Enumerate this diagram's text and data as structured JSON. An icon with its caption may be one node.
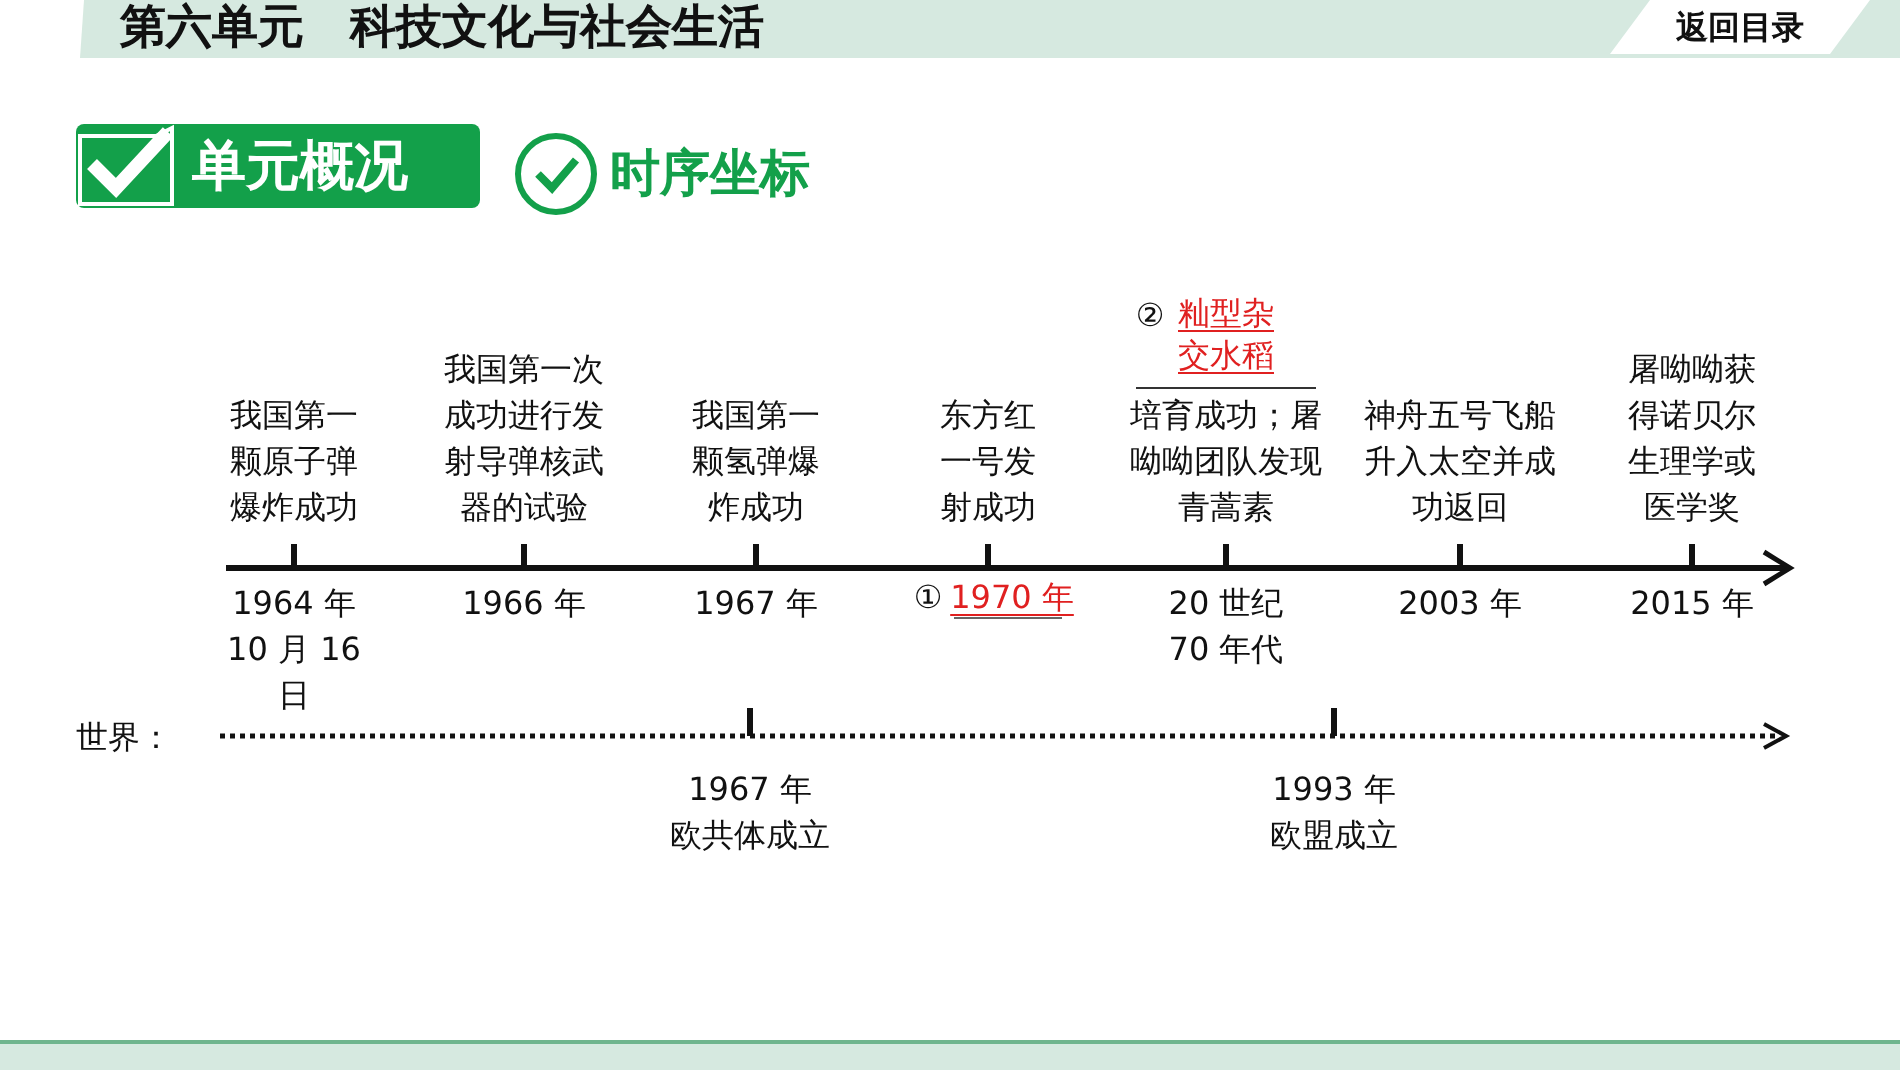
{
  "diagram": {
    "title": "第六单元　科技文化与社会生活",
    "nodes": [
      {
        "text": [
          "单元概况"
        ]
      }
    ],
    "labels": [
      "返回目录",
      "时序坐标",
      "我国第一颗原子弹爆炸成功",
      "1964 年 10 月 16 日",
      "我国第一次成功进行发射导弹核武器的试验",
      "1966 年",
      "我国第一颗氢弹爆炸成功",
      "1967 年",
      "东方红一号发射成功",
      "①",
      "1970 年",
      "②",
      "籼型杂交水稻",
      "培育成功；屠呦呦团队发现青蒿素",
      "20 世纪 70 年代",
      "神舟五号飞船升入太空并成功返回",
      "2003 年",
      "屠呦呦获得诺贝尔生理学或医学奖",
      "2015 年",
      "世界：",
      "1967 年",
      "欧共体成立",
      "1993 年",
      "欧盟成立"
    ]
  }
}
